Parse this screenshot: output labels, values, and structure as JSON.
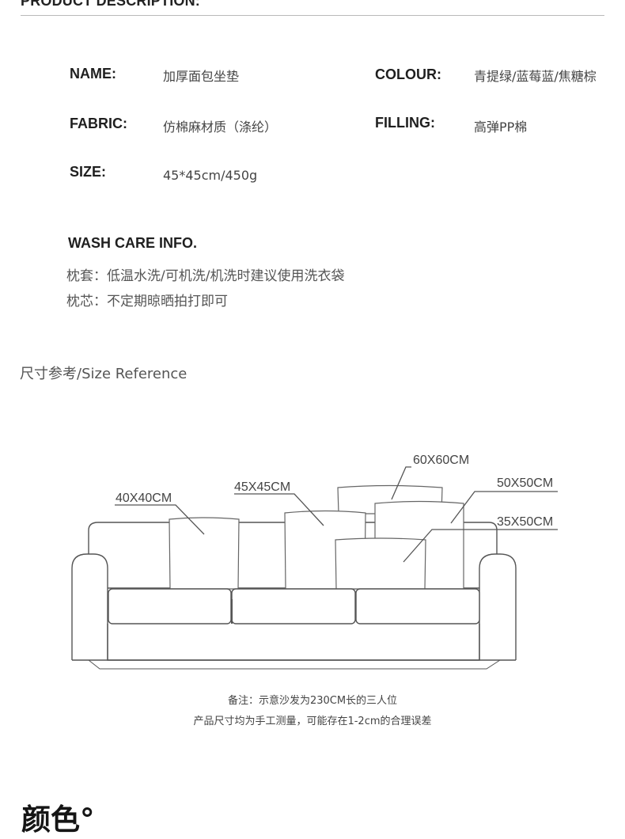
{
  "header": {
    "title": "PRODUCT DESCRIPTION:"
  },
  "specs": {
    "name_label": "NAME:",
    "name_value": "加厚面包坐垫",
    "colour_label": "COLOUR:",
    "colour_value": "青提绿/蓝莓蓝/焦糖棕",
    "fabric_label": "FABRIC:",
    "fabric_value": "仿棉麻材质（涤纶）",
    "filling_label": "FILLING:",
    "filling_value": "高弹PP棉",
    "size_label": "SIZE:",
    "size_value": "45*45cm/450g"
  },
  "wash_care": {
    "title": "WASH CARE INFO.",
    "lines": [
      "枕套：低温水洗/可机洗/机洗时建议使用洗衣袋",
      "枕芯：不定期晾晒拍打即可"
    ]
  },
  "size_reference": {
    "heading": "尺寸参考/Size Reference",
    "labels": [
      "40X40CM",
      "45X45CM",
      "60X60CM",
      "50X50CM",
      "35X50CM"
    ]
  },
  "notes": [
    "备注：示意沙发为230CM长的三人位",
    "产品尺寸均为手工测量，可能存在1-2cm的合理误差"
  ],
  "color_section": {
    "heading": "颜色°"
  }
}
